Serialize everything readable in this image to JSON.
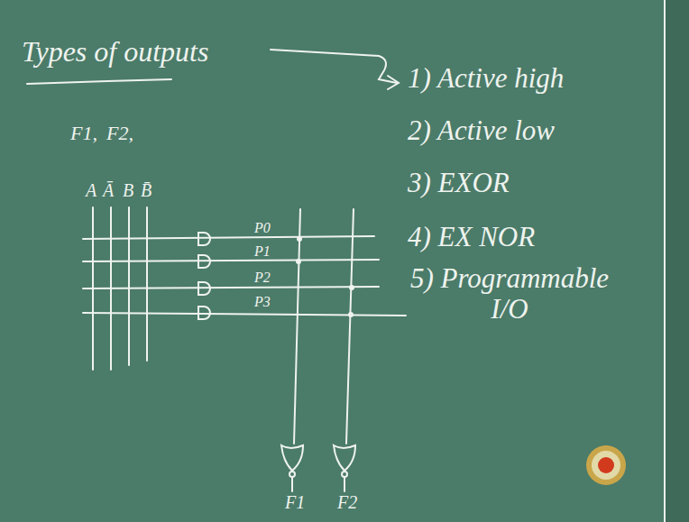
{
  "diagram": {
    "title": "Types of outputs",
    "labels": [
      "F1,",
      "F2,",
      "A",
      "Ā",
      "B",
      "B̄",
      "P0",
      "P1",
      "P2",
      "P3",
      "1) Active high",
      "2) Active low",
      "3) EXOR",
      "4) EX NOR",
      "5) Programmable I/O",
      "F1",
      "F2"
    ]
  }
}
